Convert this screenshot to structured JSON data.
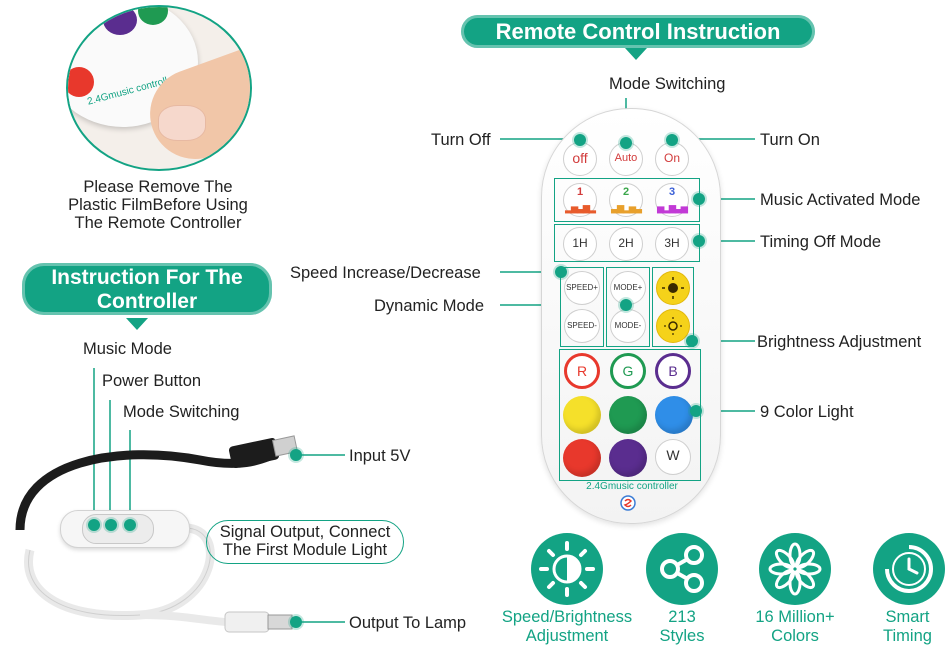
{
  "remote_section": {
    "banner": "Remote Control Instruction",
    "labels": {
      "mode_switching": "Mode Switching",
      "turn_off": "Turn Off",
      "turn_on": "Turn On",
      "music_activated_mode": "Music Activated Mode",
      "timing_off_mode": "Timing Off Mode",
      "speed": "Speed Increase/Decrease",
      "dynamic_mode": "Dynamic Mode",
      "brightness": "Brightness Adjustment",
      "color_light": "9 Color Light"
    },
    "remote": {
      "off": "off",
      "auto": "Auto",
      "on": "On",
      "music_buttons": [
        "1",
        "2",
        "3"
      ],
      "timer_buttons": [
        "1H",
        "2H",
        "3H"
      ],
      "speed_up": "SPEED+",
      "speed_down": "SPEED-",
      "mode_up": "MODE+",
      "mode_down": "MODE-",
      "rgb": [
        "R",
        "G",
        "B"
      ],
      "white": "W",
      "brand_text": "2.4Gmusic controller",
      "colors": {
        "yellow": "#f5e02a",
        "green": "#1f9a52",
        "blue": "#2f8ee8",
        "red": "#e8382c",
        "purple": "#5a2d8f"
      }
    }
  },
  "film_note": {
    "text_line1": "Please Remove The",
    "text_line2": "Plastic FilmBefore Using",
    "text_line3": "The Remote Controller",
    "photo_brand": "2.4Gmusic controller"
  },
  "controller_section": {
    "banner_line1": "Instruction For The",
    "banner_line2": "Controller",
    "labels": {
      "music_mode": "Music Mode",
      "power_button": "Power Button",
      "mode_switching": "Mode Switching",
      "input": "Input 5V",
      "signal_line1": "Signal Output, Connect",
      "signal_line2": "The First Module Light",
      "output": "Output To Lamp"
    }
  },
  "features": [
    {
      "line1": "Speed/Brightness",
      "line2": "Adjustment",
      "icon": "brightness-icon"
    },
    {
      "line1": "213",
      "line2": "Styles",
      "icon": "share-icon"
    },
    {
      "line1": "16 Million+",
      "line2": "Colors",
      "icon": "flower-icon"
    },
    {
      "line1": "Smart",
      "line2": "Timing",
      "icon": "clock-icon"
    }
  ],
  "accent_color": "#13a384"
}
